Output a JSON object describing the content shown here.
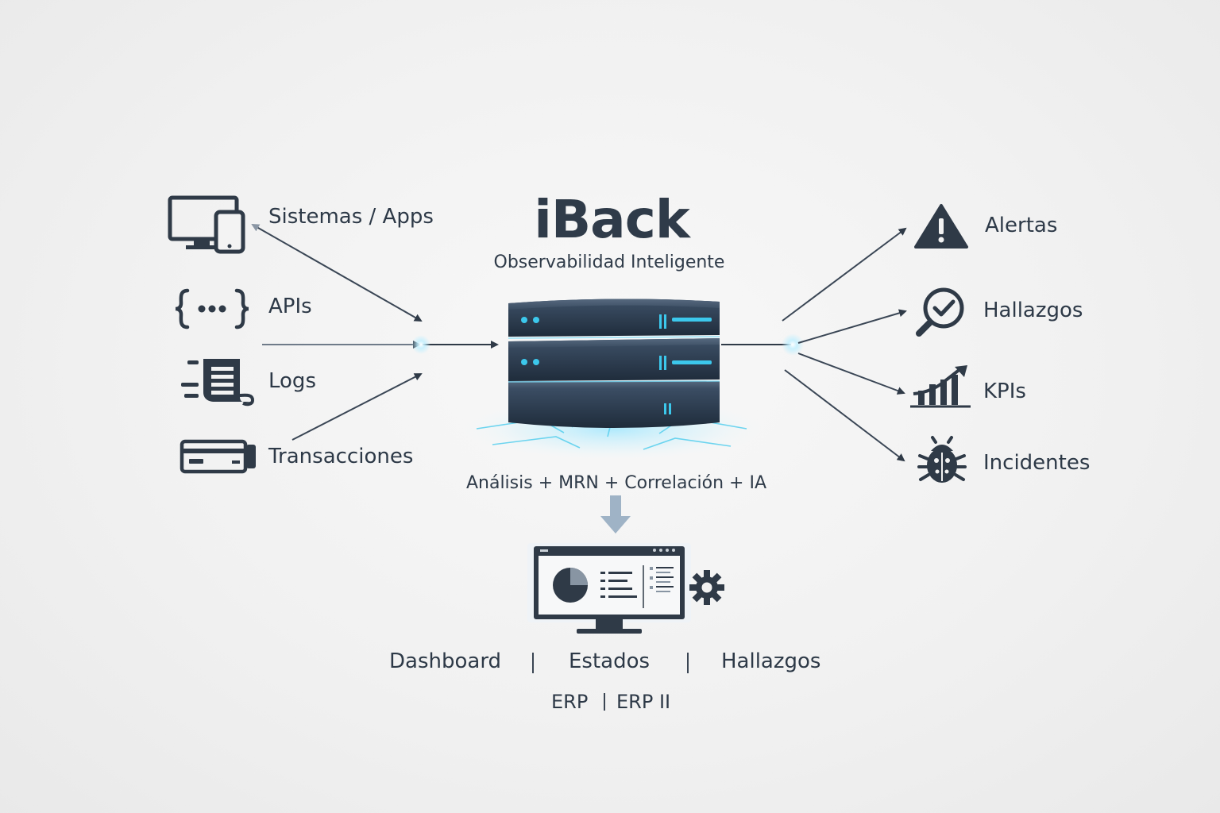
{
  "header": {
    "title": "iBack",
    "subtitle": "Observabilidad Inteligente"
  },
  "sources": [
    {
      "label": "Sistemas / Apps",
      "icon": "devices-icon"
    },
    {
      "label": "APIs",
      "icon": "code-braces-icon"
    },
    {
      "label": "Logs",
      "icon": "log-document-icon"
    },
    {
      "label": "Transacciones",
      "icon": "credit-card-icon"
    }
  ],
  "outputs": [
    {
      "label": "Alertas",
      "icon": "warning-icon"
    },
    {
      "label": "Hallazgos",
      "icon": "magnifier-check-icon"
    },
    {
      "label": "KPIs",
      "icon": "growth-chart-icon"
    },
    {
      "label": "Incidentes",
      "icon": "bug-icon"
    }
  ],
  "engine": {
    "caption": "Análisis + MRN + Correlación + IA",
    "icon": "server-stack-icon"
  },
  "dashboard": {
    "icon": "dashboard-monitor-icon",
    "gear_icon": "gear-icon",
    "items": [
      "Dashboard",
      "Estados",
      "Hallazgos"
    ],
    "erp": [
      "ERP",
      "ERP II"
    ]
  },
  "colors": {
    "text": "#2d3947",
    "icon": "#2f3a47",
    "accent": "#3cc8ec",
    "server": "#2b3b4e"
  }
}
